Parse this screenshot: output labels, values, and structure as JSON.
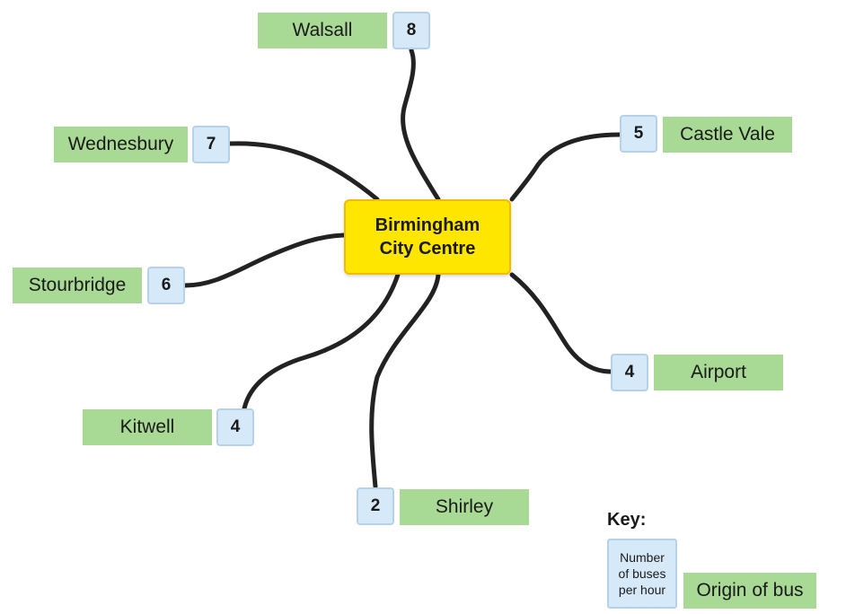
{
  "hub": {
    "line1": "Birmingham",
    "line2": "City Centre"
  },
  "routes": [
    {
      "origin": "Walsall",
      "buses_per_hour": "8"
    },
    {
      "origin": "Wednesbury",
      "buses_per_hour": "7"
    },
    {
      "origin": "Castle Vale",
      "buses_per_hour": "5"
    },
    {
      "origin": "Stourbridge",
      "buses_per_hour": "6"
    },
    {
      "origin": "Airport",
      "buses_per_hour": "4"
    },
    {
      "origin": "Kitwell",
      "buses_per_hour": "4"
    },
    {
      "origin": "Shirley",
      "buses_per_hour": "2"
    }
  ],
  "key": {
    "title": "Key:",
    "count_line1": "Number",
    "count_line2": "of buses",
    "count_line3": "per hour",
    "origin_label": "Origin of bus"
  },
  "colors": {
    "hub_fill": "#ffe600",
    "origin_fill": "#a8d995",
    "count_fill": "#d6e9f8",
    "connector": "#222222"
  }
}
